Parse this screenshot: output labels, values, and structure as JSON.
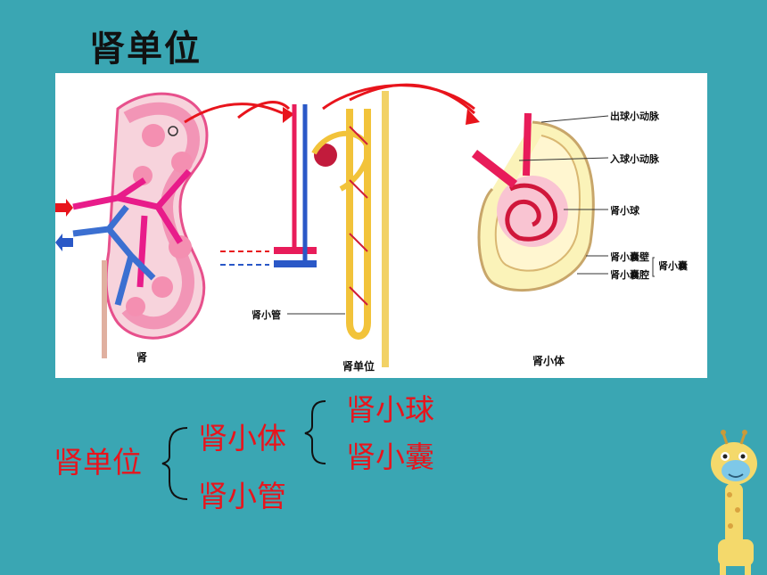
{
  "title": "肾单位",
  "figure": {
    "label_kidney": "肾",
    "label_nephron": "肾单位",
    "label_renal_corpuscle": "肾小体",
    "label_tubule": "肾小管",
    "label_efferent": "出球小动脉",
    "label_afferent": "入球小动脉",
    "label_glomerulus": "肾小球",
    "label_capsule_wall": "肾小囊壁",
    "label_capsule_cavity": "肾小囊腔",
    "label_capsule": "肾小囊"
  },
  "tree": {
    "root": "肾单位",
    "branch1": "肾小体",
    "branch2": "肾小管",
    "leaf1": "肾小球",
    "leaf2": "肾小囊"
  },
  "colors": {
    "background": "#3aa6b3",
    "tree_text": "#e8141c",
    "artery": "#e8175d",
    "vein": "#2a6ccf"
  }
}
